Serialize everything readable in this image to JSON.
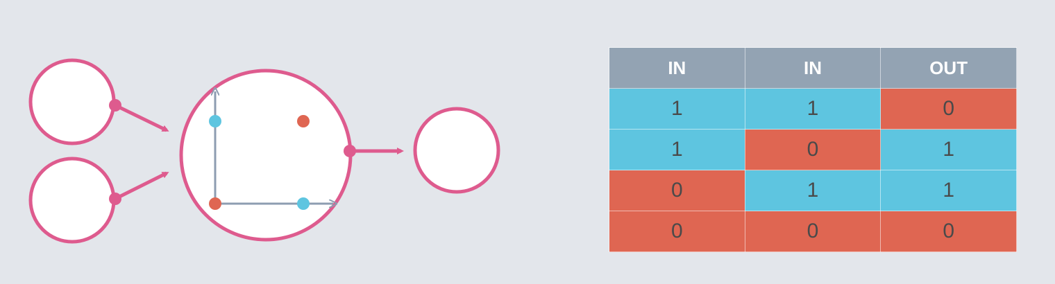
{
  "colors": {
    "background": "#e3e6eb",
    "neuron_stroke": "#de5b8e",
    "neuron_fill": "#ffffff",
    "axis": "#8d9db1",
    "header_bg": "#93a3b3",
    "one_bg": "#5ec5e0",
    "zero_bg": "#df6652",
    "point_blue": "#5ec5e0",
    "point_red": "#df6652"
  },
  "icons": {
    "input_neuron": "circle-node",
    "hidden_neuron": "circle-node-with-plot",
    "output_neuron": "circle-node",
    "connection": "arrow-right"
  },
  "plot_points": [
    {
      "x": 0,
      "y": 1,
      "color": "blue"
    },
    {
      "x": 1,
      "y": 1,
      "color": "red"
    },
    {
      "x": 0,
      "y": 0,
      "color": "red"
    },
    {
      "x": 1,
      "y": 0,
      "color": "blue"
    }
  ],
  "table": {
    "headers": [
      "IN",
      "IN",
      "OUT"
    ],
    "rows": [
      [
        "1",
        "1",
        "0"
      ],
      [
        "1",
        "0",
        "1"
      ],
      [
        "0",
        "1",
        "1"
      ],
      [
        "0",
        "0",
        "0"
      ]
    ]
  }
}
